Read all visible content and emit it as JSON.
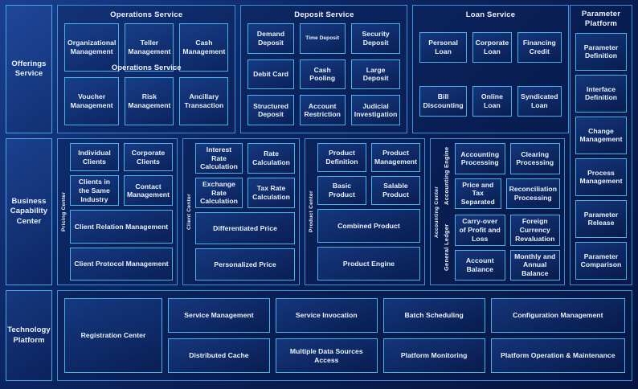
{
  "rows": [
    {
      "stub_label": "Offerings Service",
      "groups": [
        {
          "title": "Operations Service",
          "ghost_title": "Operations Service",
          "items": [
            "Organizational Management",
            "Teller Management",
            "Cash Management",
            "Voucher Management",
            "Risk Management",
            "Ancillary Transaction"
          ]
        },
        {
          "title": "Deposit Service",
          "items": [
            "Demand Deposit",
            "Time Deposit",
            "Security Deposit",
            "Debit Card",
            "Cash Pooling",
            "Large Deposit",
            "Structured Deposit",
            "Account Restriction",
            "Judicial Investigation"
          ]
        },
        {
          "title": "Loan Service",
          "items": [
            "Personal Loan",
            "Corporate Loan",
            "Financing Credit",
            "Bill Discounting",
            "Online Loan",
            "Syndicated Loan"
          ]
        }
      ]
    },
    {
      "stub_label": "Business Capability Center",
      "centers": [
        {
          "vlabel": "Pricing Center",
          "pair1": [
            "Individual Clients",
            "Corporate Clients"
          ],
          "pair2": [
            "Clients in the Same Industry",
            "Contact Management"
          ],
          "wide1": "Client Relation Management",
          "wide2": "Client Protocol Management"
        },
        {
          "vlabel": "Client Center",
          "pair1": [
            "Interest Rate Calculation",
            "Rate Calculation"
          ],
          "pair2": [
            "Exchange Rate Calculation",
            "Tax Rate Calculation"
          ],
          "wide1": "Differentiated Price",
          "wide2": "Personalized Price"
        },
        {
          "vlabel": "Product Center",
          "pair1": [
            "Product Definition",
            "Product Management"
          ],
          "pair2": [
            "Basic Product",
            "Salable Product"
          ],
          "wide1": "Combined Product",
          "wide2": "Product Engine"
        }
      ],
      "accounting": {
        "vlabel": "Accounting Center",
        "sub1": {
          "vlabel": "Accounting Engine",
          "pair1": [
            "Accounting Processing",
            "Clearing Processing"
          ],
          "pair2": [
            "Price and Tax Separated",
            "Reconciliation Processing"
          ]
        },
        "sub2": {
          "vlabel": "General Ledger",
          "pair1": [
            "Carry-over of Profit and Loss",
            "Foreign Currency Revaluation"
          ],
          "pair2": [
            "Account Balance",
            "Monthly and Annual Balance"
          ]
        }
      }
    },
    {
      "stub_label": "Technology Platform",
      "registration": "Registration Center",
      "columns": [
        [
          "Service Management",
          "Distributed Cache"
        ],
        [
          "Service Invocation",
          "Multiple Data Sources Access"
        ],
        [
          "Batch Scheduling",
          "Platform Monitoring"
        ],
        [
          "Configuration Management",
          "Platform Operation & Maintenance"
        ]
      ]
    }
  ],
  "parameter_platform": {
    "title": "Parameter Platform",
    "items": [
      "Parameter Definition",
      "Interface Definition",
      "Change Management",
      "Process Management",
      "Parameter Release",
      "Parameter Comparison"
    ]
  },
  "colors": {
    "background_start": "#1b3f8f",
    "background_end": "#061541",
    "group_border": "#3a93d8",
    "leaf_border": "#4ab3ec",
    "stub_border": "#46a8e6",
    "text": "#eaf3ff"
  }
}
